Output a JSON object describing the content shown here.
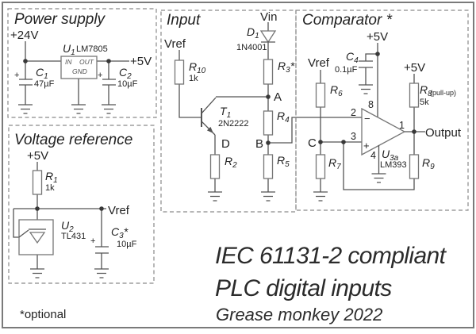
{
  "sym": {
    "plus": "+",
    "minus": "−"
  },
  "power": {
    "title": "Power supply",
    "rail_in": "+24V",
    "rail_out": "+5V",
    "u1": {
      "ref": "U",
      "sub": "1",
      "part": "LM7805",
      "pin_in": "IN",
      "pin_out": "OUT",
      "pin_gnd": "GND"
    },
    "c1": {
      "ref": "C",
      "sub": "1",
      "value": "47µF"
    },
    "c2": {
      "ref": "C",
      "sub": "2",
      "value": "10µF"
    }
  },
  "vref": {
    "title": "Voltage reference",
    "rail": "+5V",
    "net": "Vref",
    "r1": {
      "ref": "R",
      "sub": "1",
      "value": "1k"
    },
    "u2": {
      "ref": "U",
      "sub": "2",
      "part": "TL431"
    },
    "c3": {
      "ref": "C",
      "sub": "3",
      "star": "*",
      "value": "10µF"
    }
  },
  "input": {
    "title": "Input",
    "net_vref": "Vref",
    "net_vin": "Vin",
    "d1": {
      "ref": "D",
      "sub": "1",
      "part": "1N4001"
    },
    "r10": {
      "ref": "R",
      "sub": "10",
      "value": "1k"
    },
    "r3": {
      "ref": "R",
      "sub": "3",
      "star": "*"
    },
    "r4": {
      "ref": "R",
      "sub": "4"
    },
    "r5": {
      "ref": "R",
      "sub": "5"
    },
    "r2": {
      "ref": "R",
      "sub": "2"
    },
    "t1": {
      "ref": "T",
      "sub": "1",
      "part": "2N2222"
    },
    "nodes": {
      "a": "A",
      "b": "B",
      "d": "D"
    }
  },
  "comp": {
    "title": "Comparator *",
    "rail_top": "+5V",
    "rail_pullup": "+5V",
    "net_vref": "Vref",
    "net_out": "Output",
    "c4": {
      "ref": "C",
      "sub": "4",
      "value": "0.1µF"
    },
    "r6": {
      "ref": "R",
      "sub": "6"
    },
    "r7": {
      "ref": "R",
      "sub": "7"
    },
    "r8": {
      "ref": "R",
      "sub": "8",
      "note": "(pull-up)",
      "value": "5k"
    },
    "r9": {
      "ref": "R",
      "sub": "9"
    },
    "u3": {
      "ref": "U",
      "sub": "3a",
      "part": "LM393"
    },
    "pins": {
      "p1": "1",
      "p2": "2",
      "p3": "3",
      "p4": "4",
      "p8": "8"
    },
    "nodes": {
      "c": "C"
    }
  },
  "footer": {
    "note": "*optional",
    "line1": "IEC 61131-2 compliant",
    "line2": "PLC digital inputs",
    "line3": "Grease monkey 2022"
  },
  "colors": {
    "wire": "#545454",
    "text": "#222222",
    "component": "#767676",
    "dashed_border": "#8a8a8a",
    "frame": "#7a7a7a"
  }
}
